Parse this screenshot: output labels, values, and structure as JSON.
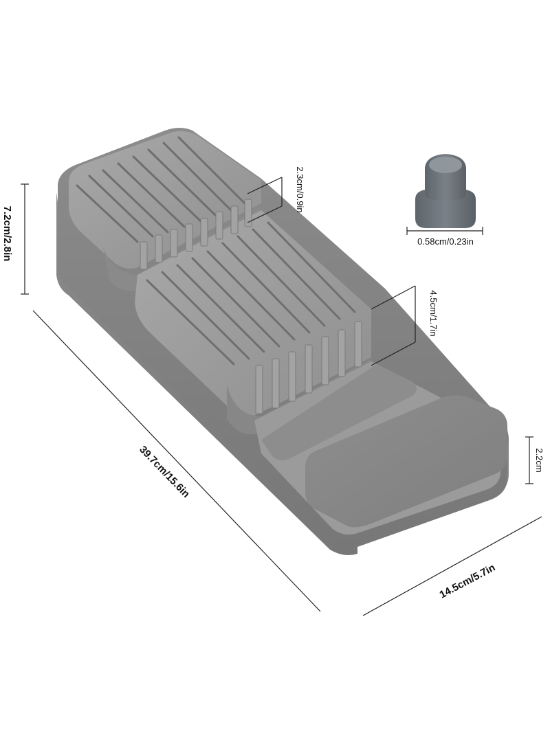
{
  "product": {
    "name": "knife-drawer-organizer",
    "color": "#8a8a8a"
  },
  "dimensions": {
    "height": "7.2cm/2.8in",
    "length": "39.7cm/15.6in",
    "width": "14.5cm/5.7in",
    "tray_depth": "2.2cm",
    "upper_slot_gap": "2.3cm/0.9in",
    "lower_slot_height": "4.5cm/1.7in"
  },
  "foot": {
    "diameter": "0.58cm/0.23in",
    "color": "#6d7379"
  }
}
